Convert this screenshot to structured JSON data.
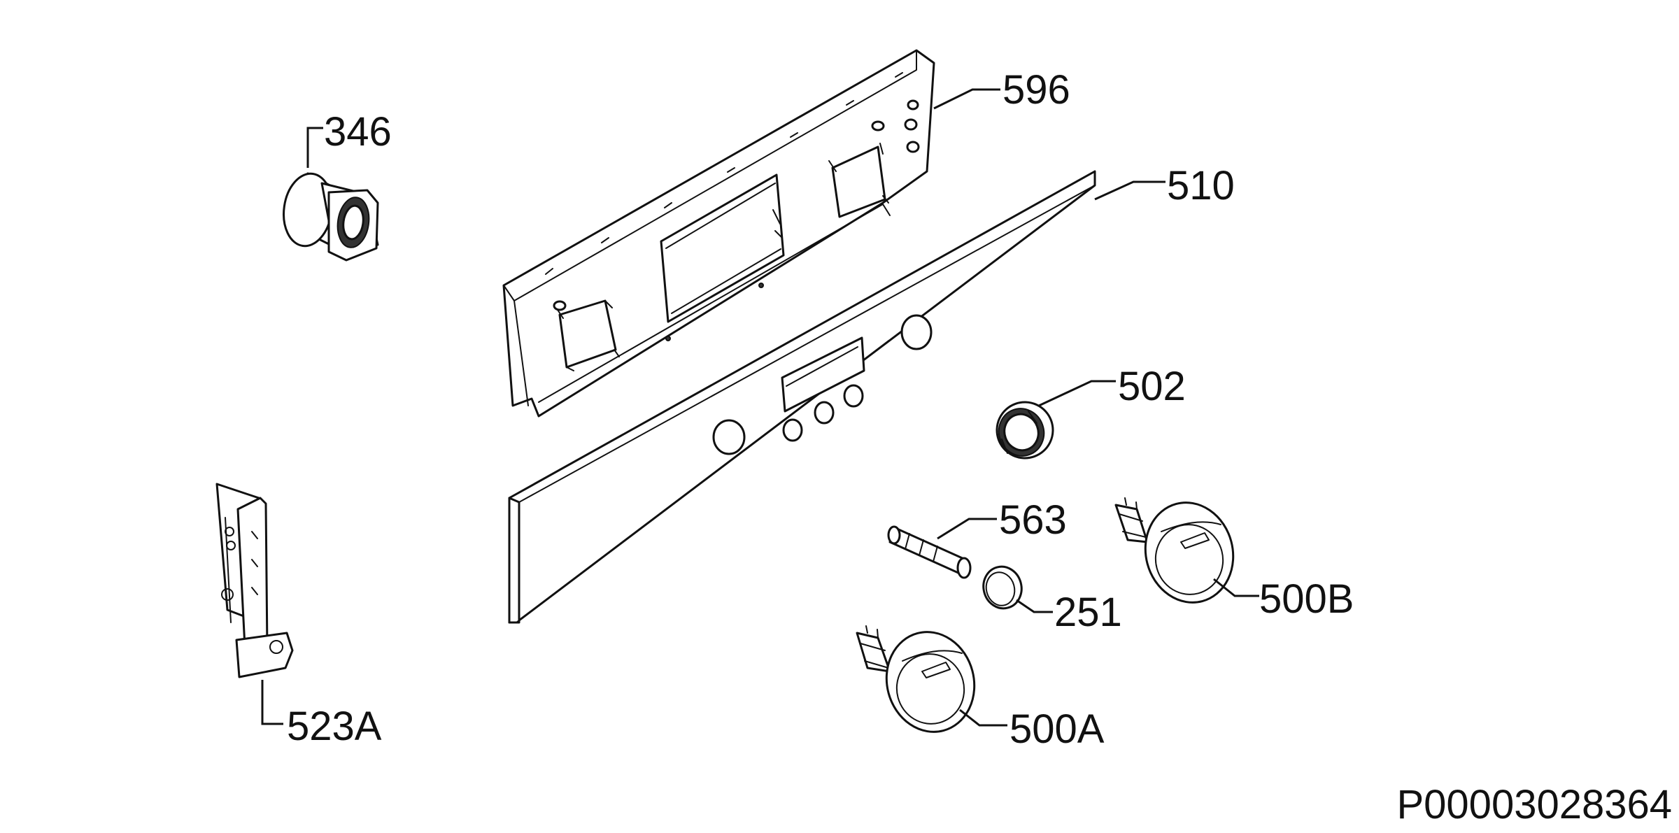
{
  "diagram": {
    "document_code": "P00003028364",
    "labels": {
      "p346": "346",
      "p596": "596",
      "p510": "510",
      "p502": "502",
      "p563": "563",
      "p251": "251",
      "p500b": "500B",
      "p500a": "500A",
      "p523a": "523A"
    }
  },
  "colors": {
    "line": "#111111",
    "background": "#ffffff"
  }
}
